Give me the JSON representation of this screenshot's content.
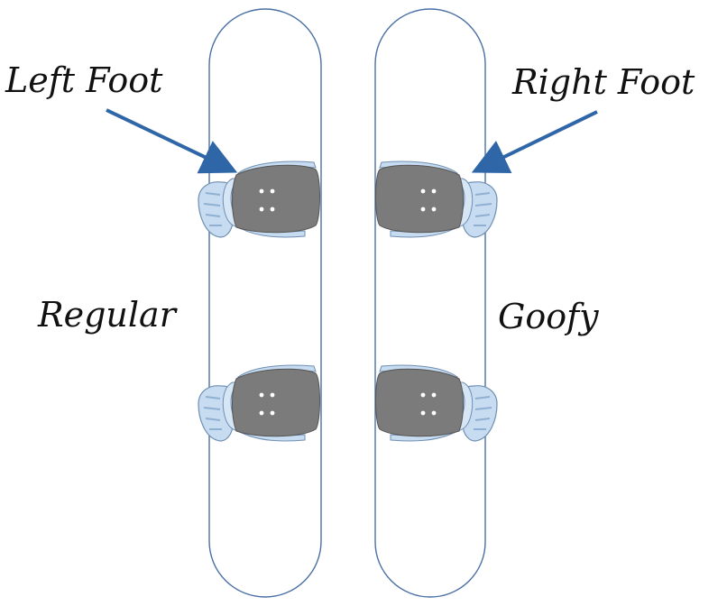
{
  "labels": {
    "left_foot": "Left Foot",
    "right_foot": "Right Foot",
    "regular": "Regular",
    "goofy": "Goofy"
  },
  "colors": {
    "board_outline": "#4a6fa5",
    "arrow": "#2f66a8",
    "baseplate": "#7b7b7b",
    "binding_plastic": "#b9d2ea",
    "binding_edge": "#6f8fb3",
    "text": "#111111"
  }
}
